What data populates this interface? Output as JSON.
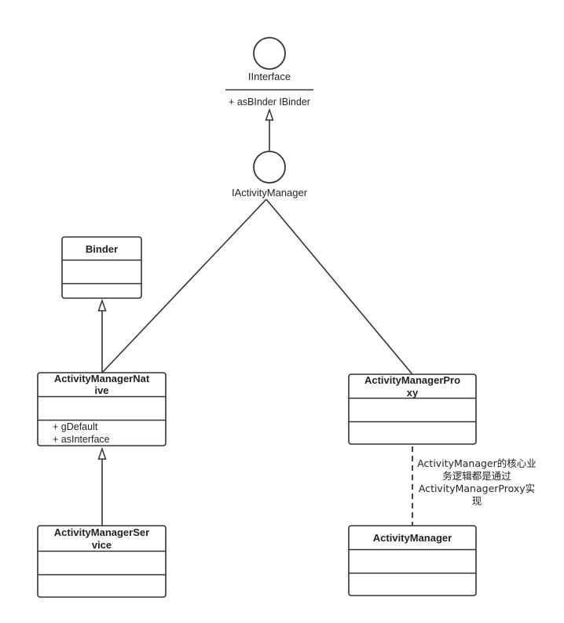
{
  "interfaces": {
    "iinterface": {
      "name": "IInterface",
      "members": [
        "+ asBInder  IBinder"
      ]
    },
    "iactivitymanager": {
      "name": "IActivityManager"
    }
  },
  "classes": {
    "binder": {
      "name": [
        "Binder"
      ],
      "members": []
    },
    "native": {
      "name": [
        "ActivityManagerNat",
        "ive"
      ],
      "members": [
        "+ gDefault",
        "+ asInterface"
      ]
    },
    "proxy": {
      "name": [
        "ActivityManagerPro",
        "xy"
      ],
      "members": []
    },
    "service": {
      "name": [
        "ActivityManagerSer",
        "vice"
      ],
      "members": []
    },
    "manager": {
      "name": [
        "ActivityManager"
      ],
      "members": []
    }
  },
  "note": {
    "lines": [
      "ActivityManager的核心业",
      "务逻辑都是通过",
      "ActivityManagerProxy实",
      "现"
    ]
  },
  "relations": [
    {
      "from": "IActivityManager",
      "to": "IInterface",
      "kind": "generalization"
    },
    {
      "from": "ActivityManagerNative",
      "to": "Binder",
      "kind": "generalization"
    },
    {
      "from": "ActivityManagerService",
      "to": "ActivityManagerNative",
      "kind": "generalization"
    },
    {
      "from": "ActivityManagerNative",
      "to": "IActivityManager",
      "kind": "association"
    },
    {
      "from": "ActivityManagerProxy",
      "to": "IActivityManager",
      "kind": "association"
    },
    {
      "from": "ActivityManager",
      "to": "ActivityManagerProxy",
      "kind": "dependency"
    }
  ]
}
